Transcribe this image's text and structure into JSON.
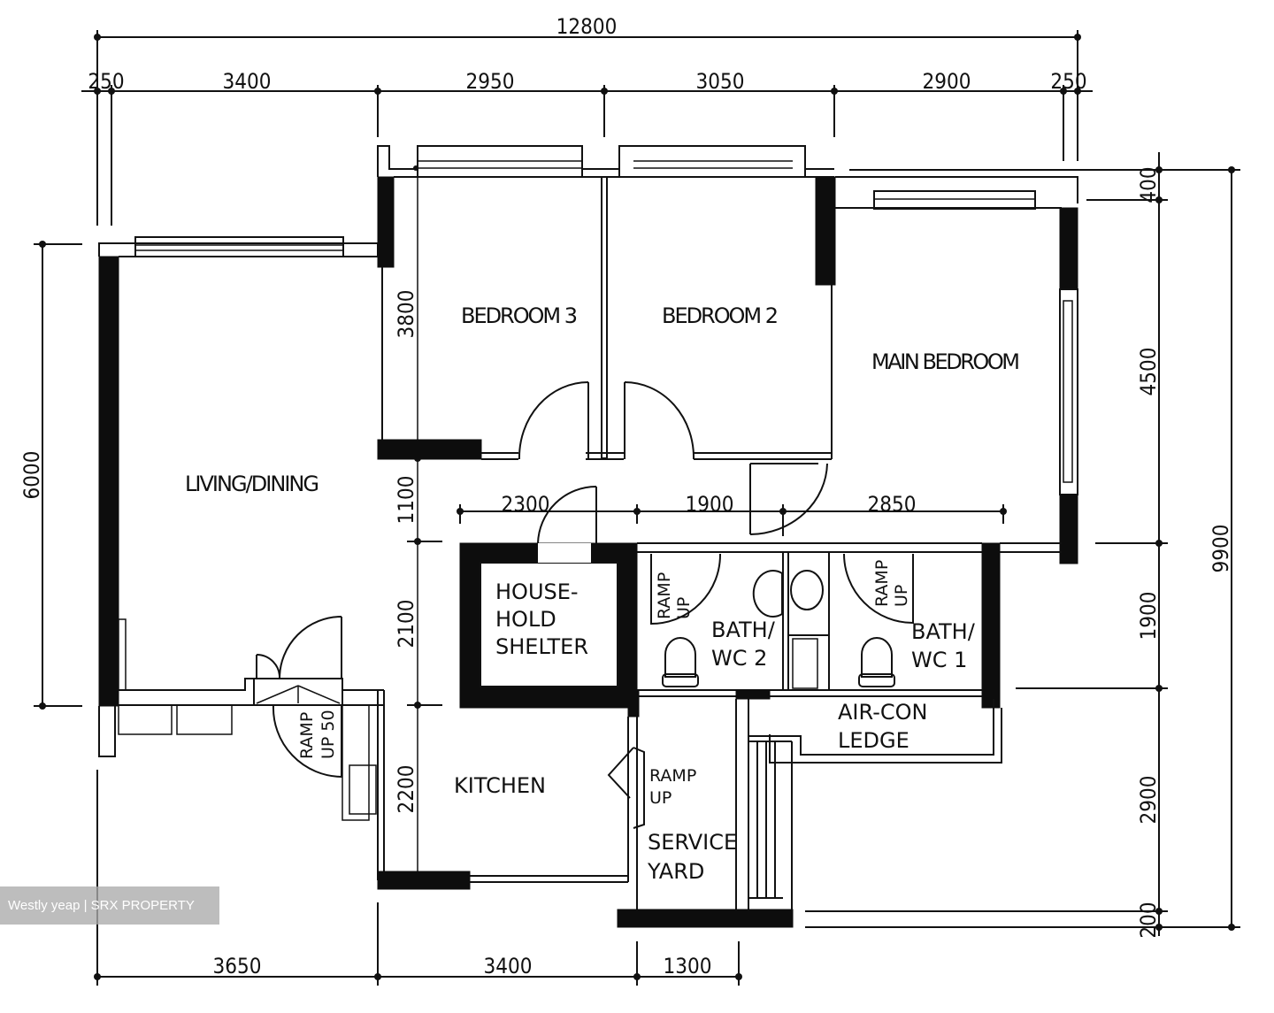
{
  "plan": {
    "rooms": {
      "living_dining": "LIVING/DINING",
      "bedroom_3": "BEDROOM  3",
      "bedroom_2": "BEDROOM  2",
      "main_bedroom": "MAIN  BEDROOM",
      "household_shelter": [
        "HOUSE-",
        "HOLD",
        "SHELTER"
      ],
      "bath_wc_2": [
        "BATH/",
        "WC  2"
      ],
      "bath_wc_1": [
        "BATH/",
        "WC  1"
      ],
      "kitchen": "KITCHEN",
      "service_yard": [
        "SERVICE",
        "YARD"
      ],
      "aircon_ledge": [
        "AIR-CON",
        "LEDGE"
      ]
    },
    "annotations": {
      "ramp_up_entrance": [
        "RAMP",
        "UP  50"
      ],
      "ramp_up_bath2": [
        "RAMP",
        "UP"
      ],
      "ramp_up_bath1": [
        "RAMP",
        "UP"
      ],
      "ramp_up_service": [
        "RAMP",
        "UP"
      ]
    },
    "dimensions": {
      "top_overall": "12800",
      "top_segments": [
        "250",
        "3400",
        "2950",
        "3050",
        "2900",
        "250"
      ],
      "inner_horizontal": [
        "2300",
        "1900",
        "2850"
      ],
      "bottom_segments": [
        "3650",
        "3400",
        "1300"
      ],
      "left_overall": "6000",
      "inner_vertical": [
        "3800",
        "1100",
        "2100",
        "2200"
      ],
      "right_segments": [
        "400",
        "4500",
        "1900",
        "2900",
        "200"
      ],
      "right_overall": "9900"
    }
  },
  "watermark": "Westly yeap | SRX PROPERTY"
}
